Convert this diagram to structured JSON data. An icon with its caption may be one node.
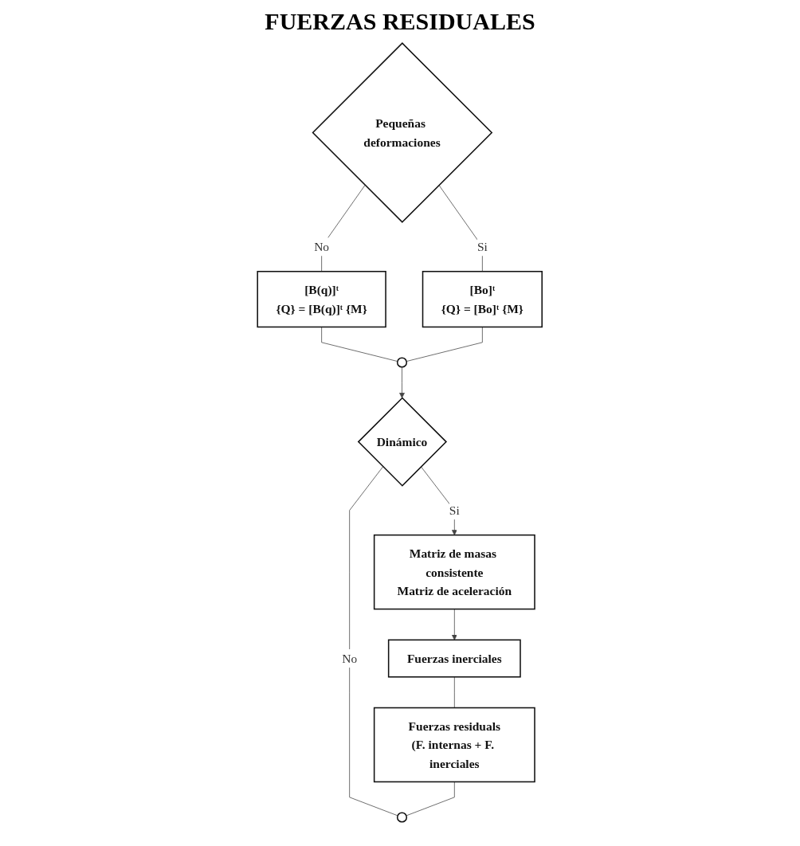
{
  "diagram": {
    "title": "FUERZAS RESIDUALES",
    "nodes": [
      {
        "text": [
          "Pequeñas deformaciones"
        ]
      },
      {
        "text": [
          "[B(q)]ᵗ",
          "{Q} = [B(q)]ᵗ {M}"
        ]
      },
      {
        "text": [
          "[Bo]ᵗ",
          "{Q} = [Bo]ᵗ {M}"
        ]
      },
      {
        "text": [],
        "shape": "circle"
      },
      {
        "text": [
          "Dinámico"
        ]
      },
      {
        "text": [
          "Matriz de masas consistente",
          "Matriz de aceleración"
        ]
      },
      {
        "text": [
          "Fuerzas inerciales"
        ]
      },
      {
        "text": [
          "Fuerzas residuals",
          "(F. internas + F. inerciales"
        ]
      },
      {
        "text": [],
        "shape": "circle"
      }
    ],
    "edges": [
      {
        "from": 0,
        "to": 1,
        "arrow": "none",
        "label": "No"
      },
      {
        "from": 0,
        "to": 2,
        "arrow": "none",
        "label": "Si"
      },
      {
        "from": 1,
        "to": 3,
        "arrow": "none"
      },
      {
        "from": 2,
        "to": 3,
        "arrow": "none"
      },
      {
        "from": 3,
        "to": 4,
        "arrow": "to"
      },
      {
        "from": 4,
        "to": 8,
        "arrow": "none",
        "label": "No"
      },
      {
        "from": 4,
        "to": 5,
        "arrow": "to",
        "label": "Si"
      },
      {
        "from": 5,
        "to": 6,
        "arrow": "to"
      },
      {
        "from": 6,
        "to": 7,
        "arrow": "none"
      },
      {
        "from": 7,
        "to": 8,
        "arrow": "none"
      }
    ]
  }
}
